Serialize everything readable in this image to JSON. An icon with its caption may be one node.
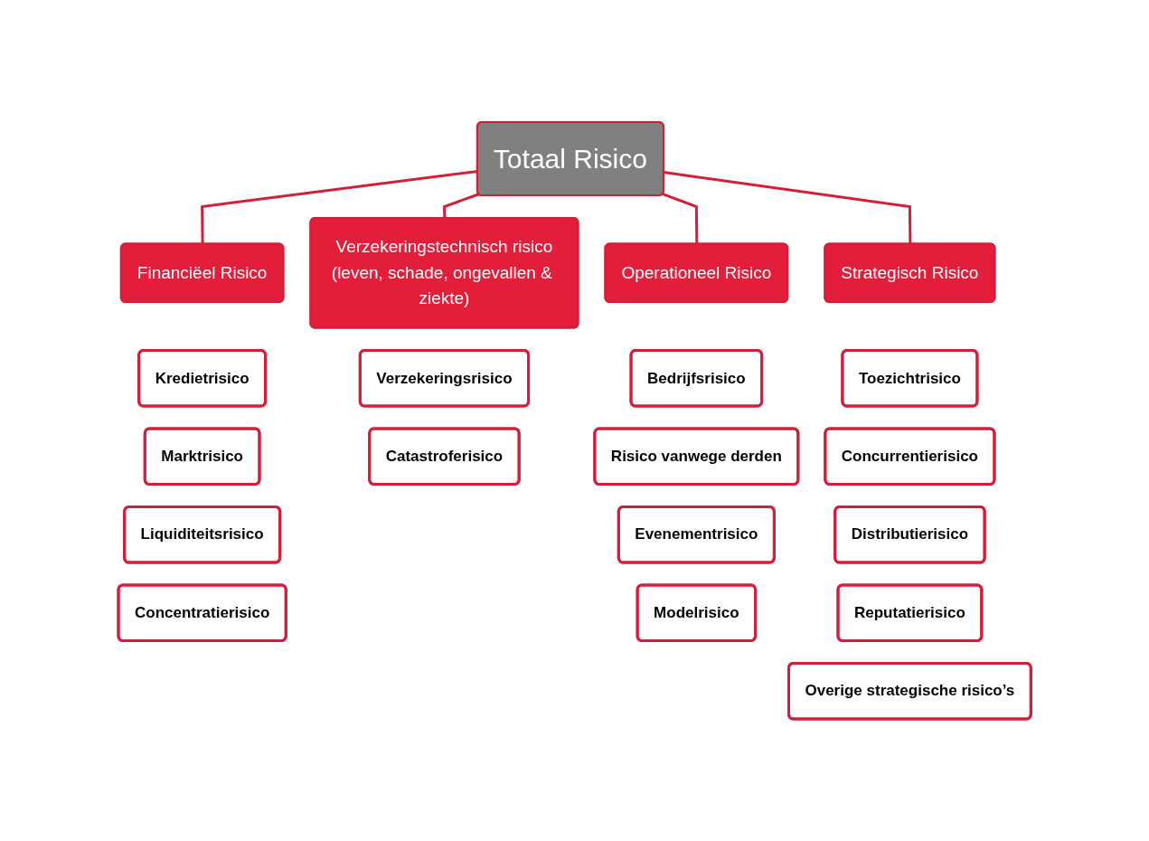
{
  "diagram": {
    "nodes": [
      {
        "text": [
          "Totaal Risico"
        ]
      },
      {
        "text": [
          "Financiëel Risico"
        ]
      },
      {
        "text": [
          "Verzekeringstechnisch risico",
          "(leven, schade, ongevallen & ziekte)"
        ]
      },
      {
        "text": [
          "Operationeel Risico"
        ]
      },
      {
        "text": [
          "Strategisch Risico"
        ]
      },
      {
        "text": [
          "Kredietrisico"
        ]
      },
      {
        "text": [
          "Marktrisico"
        ]
      },
      {
        "text": [
          "Liquiditeitsrisico"
        ]
      },
      {
        "text": [
          "Concentratierisico"
        ]
      },
      {
        "text": [
          "Verzekeringsrisico"
        ]
      },
      {
        "text": [
          "Catastroferisico"
        ]
      },
      {
        "text": [
          "Bedrijfsrisico"
        ]
      },
      {
        "text": [
          "Risico vanwege derden"
        ]
      },
      {
        "text": [
          "Evenementrisico"
        ]
      },
      {
        "text": [
          "Modelrisico"
        ]
      },
      {
        "text": [
          "Toezichtrisico"
        ]
      },
      {
        "text": [
          "Concurrentierisico"
        ]
      },
      {
        "text": [
          "Distributierisico"
        ]
      },
      {
        "text": [
          "Reputatierisico"
        ]
      },
      {
        "text": [
          "Overige strategische risico’s"
        ]
      }
    ],
    "edges": [
      {
        "from": 0,
        "to": 1,
        "arrow": "none"
      },
      {
        "from": 0,
        "to": 2,
        "arrow": "none"
      },
      {
        "from": 0,
        "to": 3,
        "arrow": "none"
      },
      {
        "from": 0,
        "to": 4,
        "arrow": "none"
      }
    ]
  }
}
